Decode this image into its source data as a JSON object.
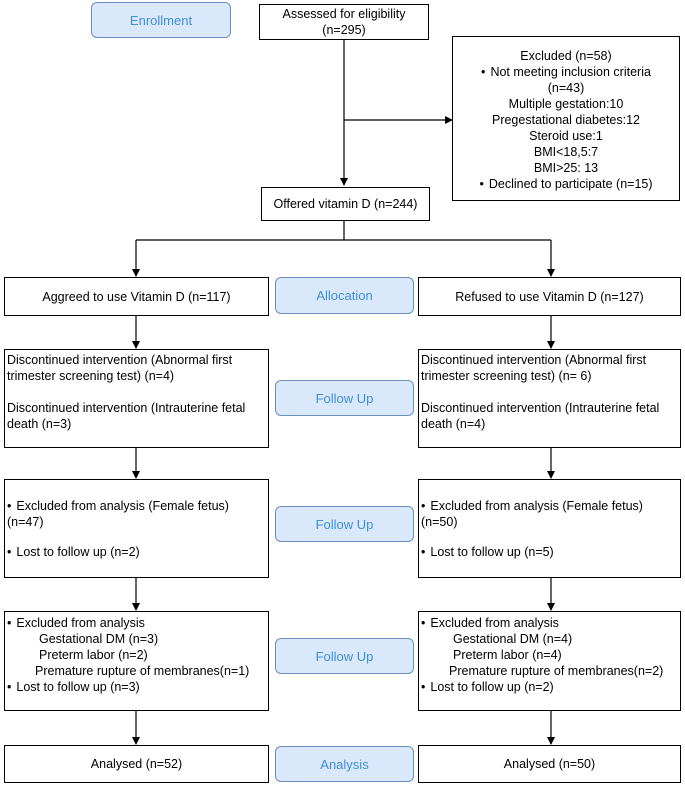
{
  "stages": {
    "enrollment": "Enrollment",
    "allocation": "Allocation",
    "follow_up_1": "Follow Up",
    "follow_up_2": "Follow Up",
    "follow_up_3": "Follow Up",
    "analysis": "Analysis"
  },
  "assessed": {
    "line1": "Assessed for eligibility",
    "line2": "(n=295)"
  },
  "excluded": {
    "title": "Excluded  (n=58)",
    "not_meeting": "Not meeting inclusion criteria",
    "not_meeting_n": "(n=43)",
    "multiple_gestation": "Multiple gestation:10",
    "pregestational_diabetes": "Pregestational diabetes:12",
    "steroid_use": "Steroid use:1",
    "bmi_low": "BMI<18,5:7",
    "bmi_high": "BMI>25: 13",
    "declined": "Declined to participate (n=15)"
  },
  "offered": "Offered vitamin D (n=244)",
  "left": {
    "allocation": "Aggreed to use Vitamin D (n=117)",
    "followup1": {
      "a1": "Discontinued intervention (Abnormal first",
      "a2": "trimester screening test) (n=4)",
      "b1": "Discontinued intervention (Intrauterine fetal",
      "b2": "death (n=3)"
    },
    "followup2": {
      "a1": "Excluded from analysis (Female fetus)",
      "a2": "(n=47)",
      "b": "Lost to follow up (n=2)"
    },
    "followup3": {
      "head": "Excluded from analysis",
      "gdm": "Gestational DM (n=3)",
      "preterm": "Preterm labor (n=2)",
      "prom": "Premature rupture of membranes(n=1)",
      "lost": "Lost to follow up (n=3)"
    },
    "analysed": "Analysed (n=52)"
  },
  "right": {
    "allocation": "Refused to use Vitamin D (n=127)",
    "followup1": {
      "a1": "Discontinued intervention (Abnormal first",
      "a2": "trimester screening test) (n= 6)",
      "b1": "Discontinued intervention (Intrauterine fetal",
      "b2": "death (n=4)"
    },
    "followup2": {
      "a1": "Excluded from analysis (Female fetus)",
      "a2": "(n=50)",
      "b": "Lost to follow up (n=5)"
    },
    "followup3": {
      "head": "Excluded from analysis",
      "gdm": "Gestational DM (n=4)",
      "preterm": "Preterm labor (n=4)",
      "prom": "Premature rupture of membranes(n=2)",
      "lost": "Lost to follow up (n=2)"
    },
    "analysed": "Analysed (n=50)"
  }
}
